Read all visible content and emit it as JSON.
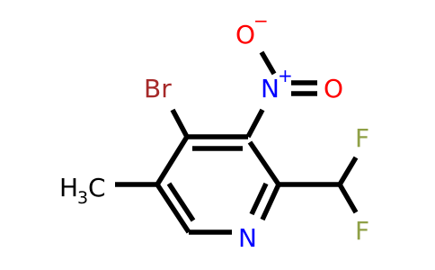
{
  "atoms": {
    "br": {
      "label": "Br",
      "color": "#a62929"
    },
    "nitro_n": {
      "label": "N",
      "charge": "+",
      "color": "#0000ff"
    },
    "nitro_o_top": {
      "label": "O",
      "charge": "−",
      "color": "#ff0000"
    },
    "nitro_o_right": {
      "label": "O",
      "color": "#ff0000"
    },
    "ring_n": {
      "label": "N",
      "color": "#0000ff"
    },
    "f_top": {
      "label": "F",
      "color": "#8fa046"
    },
    "f_bottom": {
      "label": "F",
      "color": "#8fa046"
    },
    "methyl": {
      "label_main": "H",
      "label_sub": "3",
      "label_end": "C",
      "color": "#000000"
    }
  },
  "bond_color": "#000000"
}
